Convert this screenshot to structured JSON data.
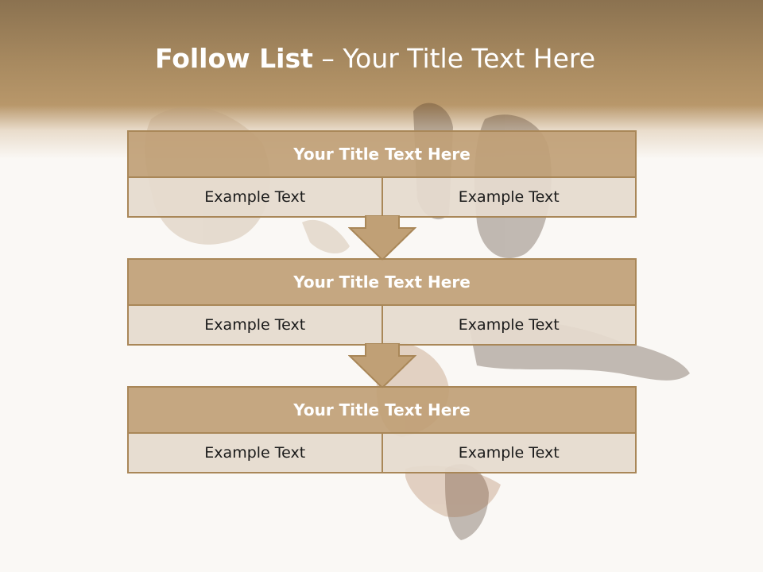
{
  "slide": {
    "title_bold": "Follow List",
    "title_rest": " – Your Title Text Here"
  },
  "blocks": [
    {
      "heading": "Your Title Text Here",
      "left_text": "Example Text",
      "right_text": "Example Text"
    },
    {
      "heading": "Your Title Text Here",
      "left_text": "Example Text",
      "right_text": "Example Text"
    },
    {
      "heading": "Your Title Text Here",
      "left_text": "Example Text",
      "right_text": "Example Text"
    }
  ],
  "colors": {
    "header_brown": "#a88a60",
    "block_heading": "#c0a076",
    "block_cell": "#e5dacd",
    "border": "#a98758"
  }
}
